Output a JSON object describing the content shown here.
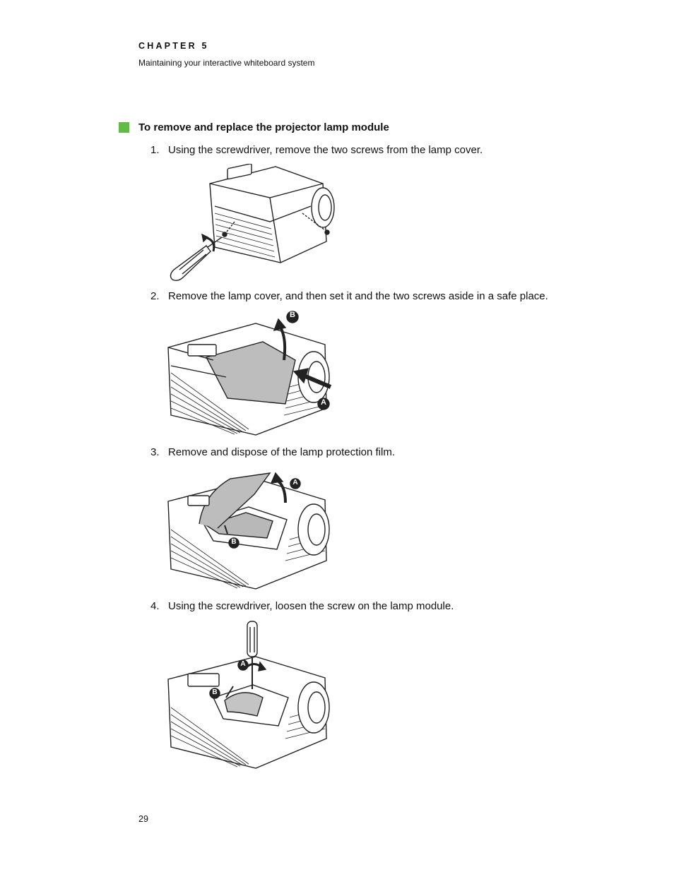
{
  "header": {
    "chapter": "CHAPTER 5",
    "subtitle": "Maintaining your interactive whiteboard system"
  },
  "procedure": {
    "title": "To remove and replace the projector lamp module",
    "bullet_color": "#62bb46",
    "steps": [
      {
        "number": "1.",
        "text": "Using the screwdriver, remove the two screws from the lamp cover."
      },
      {
        "number": "2.",
        "text": "Remove the lamp cover, and then set it and the two screws aside in a safe place."
      },
      {
        "number": "3.",
        "text": "Remove and dispose of the lamp protection film."
      },
      {
        "number": "4.",
        "text": "Using the screwdriver, loosen the screw on the lamp module."
      }
    ]
  },
  "figures": {
    "fig2": {
      "callout_a": "A",
      "callout_b": "B"
    },
    "fig3": {
      "callout_a": "A",
      "callout_b": "B"
    },
    "fig4": {
      "callout_a": "A",
      "callout_b": "B"
    }
  },
  "footer": {
    "page_number": "29"
  }
}
